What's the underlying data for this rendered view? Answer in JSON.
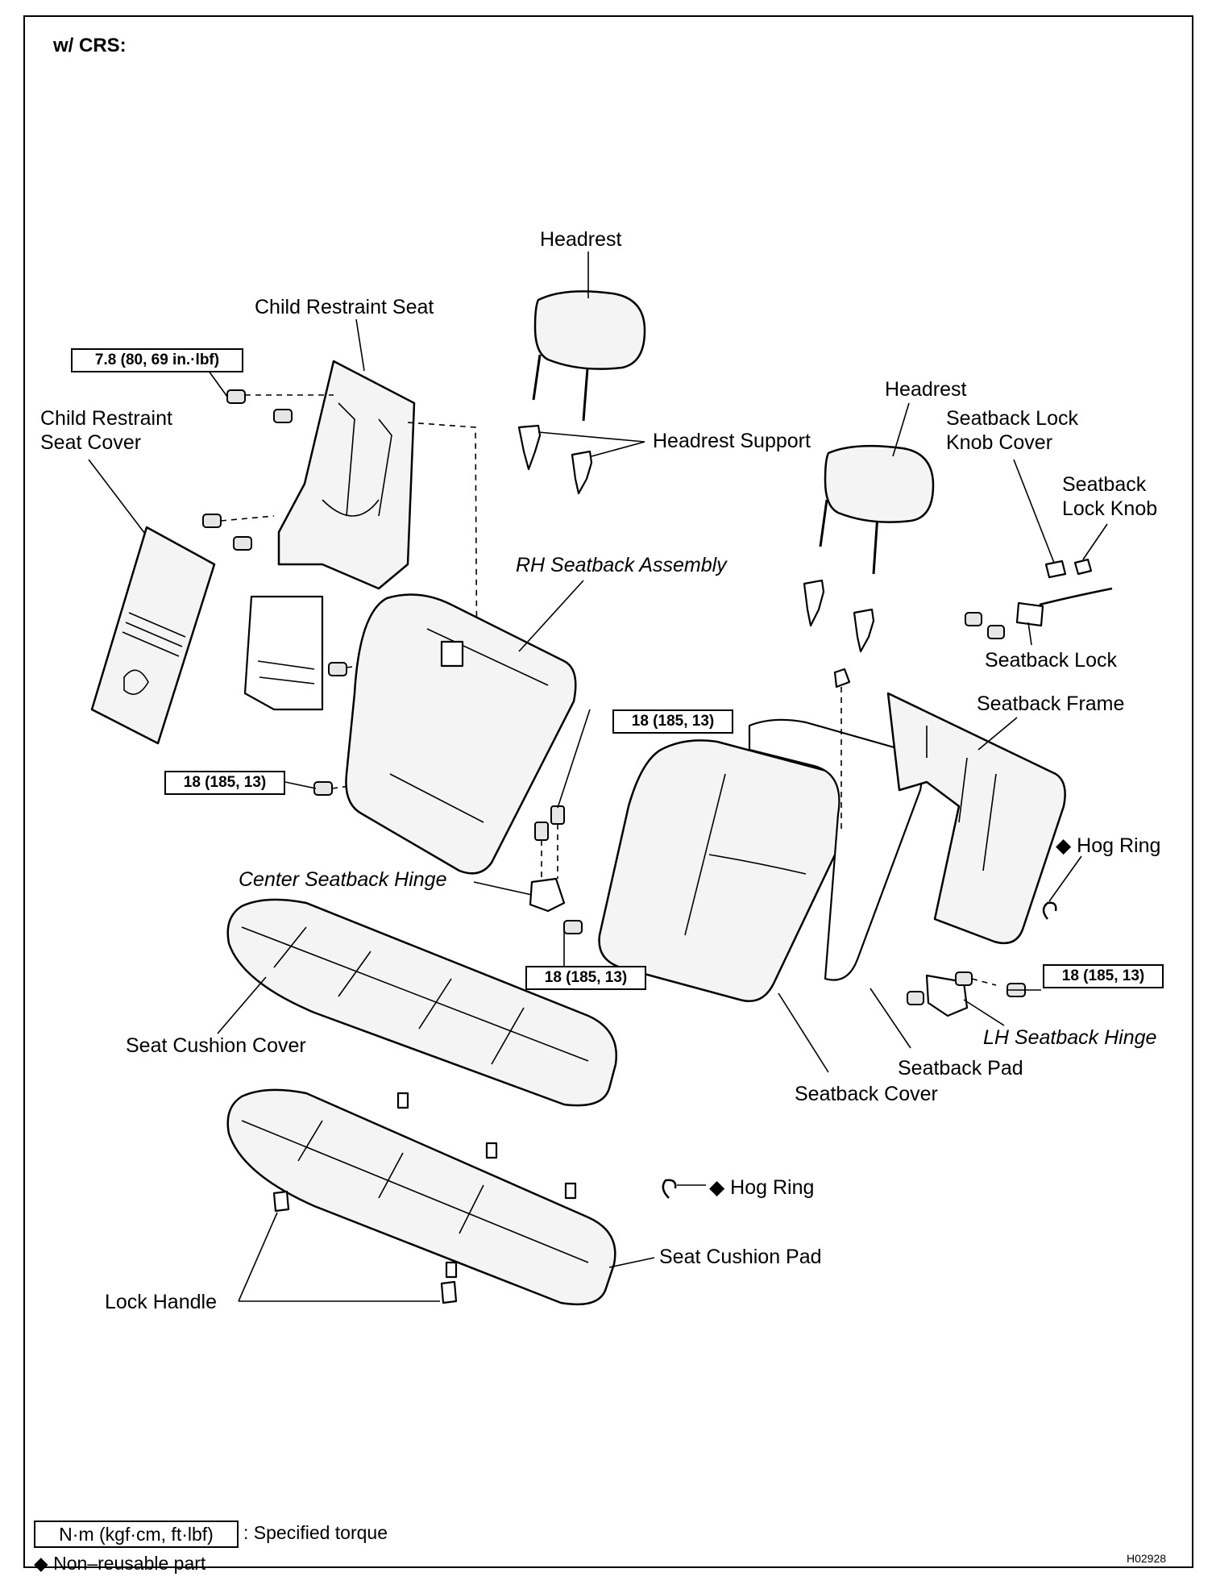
{
  "variant_label": "w/ CRS:",
  "figure_code": "H02928",
  "labels": {
    "headrest_left": "Headrest",
    "child_restraint_seat": "Child Restraint Seat",
    "child_restraint_seat_cover": "Child Restraint\nSeat Cover",
    "headrest_support": "Headrest Support",
    "headrest_right": "Headrest",
    "seatback_lock_knob_cover": "Seatback Lock\nKnob Cover",
    "seatback_lock_knob": "Seatback\nLock Knob",
    "rh_seatback_assembly": "RH Seatback Assembly",
    "seatback_lock": "Seatback Lock",
    "seatback_frame": "Seatback Frame",
    "hog_ring_upper": "◆ Hog Ring",
    "center_seatback_hinge": "Center Seatback Hinge",
    "lh_seatback_hinge": "LH Seatback Hinge",
    "seatback_pad": "Seatback Pad",
    "seatback_cover": "Seatback Cover",
    "seat_cushion_cover": "Seat Cushion Cover",
    "hog_ring_lower": "◆ Hog Ring",
    "seat_cushion_pad": "Seat Cushion Pad",
    "lock_handle": "Lock Handle"
  },
  "torque_specs": {
    "crs_bolt": "7.8 (80, 69 in.·lbf)",
    "center_upper": "18 (185, 13)",
    "rh_lower": "18 (185, 13)",
    "center_lower": "18 (185, 13)",
    "lh_hinge": "18 (185, 13)"
  },
  "legend": {
    "torque_box": "N·m (kgf·cm, ft·lbf)",
    "torque_desc": ": Specified torque",
    "nonreusable": "◆ Non–reusable part"
  }
}
